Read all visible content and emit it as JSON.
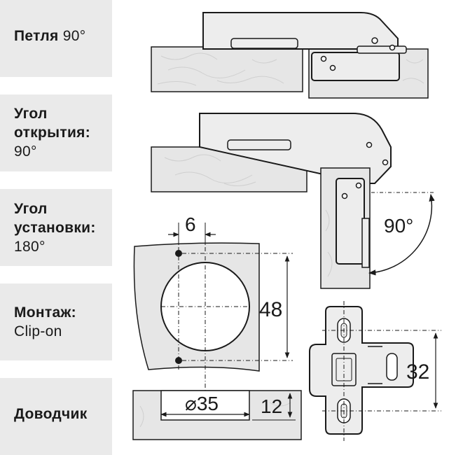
{
  "sidebar": {
    "hinge": {
      "label": "Петля",
      "value": "90°"
    },
    "opening_angle": {
      "label_1": "Угол",
      "label_2": "открытия:",
      "value": "90°"
    },
    "install_angle": {
      "label_1": "Угол",
      "label_2": "установки:",
      "value": "180°"
    },
    "mounting": {
      "label": "Монтаж:",
      "value": "Clip-on"
    },
    "closer": {
      "label": "Доводчик"
    }
  },
  "dimensions": {
    "hole_offset": "6",
    "plate_height": "48",
    "cup_diameter": "⌀35",
    "cup_depth": "12",
    "plate_spacing": "32",
    "open_angle": "90°"
  },
  "colors": {
    "panel": "#eaeaea",
    "wood": "#e6e6e6",
    "metal": "#ededed",
    "stroke": "#1a1a1a"
  }
}
